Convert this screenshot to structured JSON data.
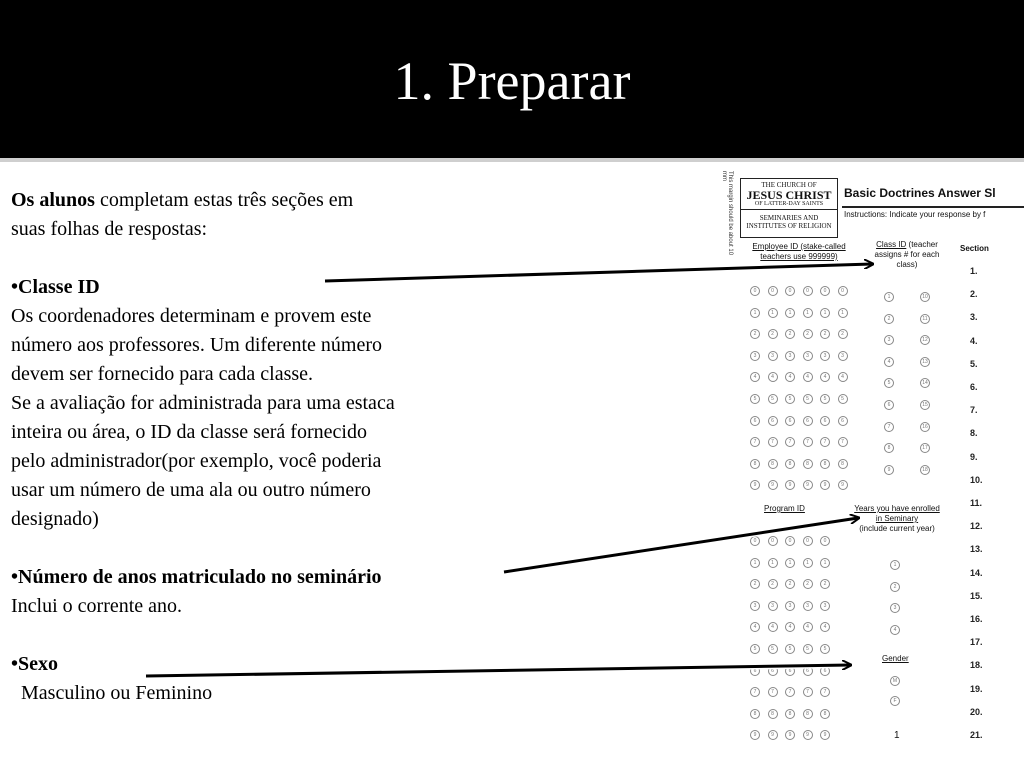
{
  "title": "1. Preparar",
  "body": {
    "intro_bold": "Os alunos",
    "intro_rest": " completam estas três seções em",
    "intro_line2": "suas folhas de respostas:",
    "classe_heading": "•Classe ID",
    "classe_lines": [
      "Os coordenadores determinam e provem este",
      "número aos professores. Um diferente número",
      "devem ser fornecido para cada classe.",
      "Se a avaliação for administrada para uma estaca",
      "inteira ou área, o ID da classe será fornecido",
      "pelo administrador(por exemplo, você poderia",
      "usar um número de uma ala ou outro número",
      "designado)"
    ],
    "anos_heading": "•Número de anos matriculado no seminário",
    "anos_line": "Inclui o corrente ano.",
    "sexo_heading": "•Sexo",
    "sexo_line": "  Masculino ou Feminino"
  },
  "form": {
    "logo_line1": "THE CHURCH OF",
    "logo_line2": "JESUS CHRIST",
    "logo_line3": "OF LATTER-DAY SAINTS",
    "logo_line4": "SEMINARIES AND",
    "logo_line5": "INSTITUTES OF RELIGION",
    "header_title": "Basic Doctrines Answer Sl",
    "instructions": "Instructions:  Indicate your response by f",
    "margin_note": "This margin should be about 10 mm",
    "employee_id": "Employee ID (stake-called teachers use 999999)",
    "class_id_label": "Class ID",
    "class_id_note": "(teacher assigns # for each class)",
    "section_label": "Section",
    "program_id": "Program ID",
    "years_label": "Years you have enrolled in Seminary",
    "years_note": "(include current year)",
    "gender_label": "Gender",
    "gender_m": "M",
    "gender_f": "F",
    "page_num": "1",
    "section_numbers": [
      "1.",
      "2.",
      "3.",
      "4.",
      "5.",
      "6.",
      "7.",
      "8.",
      "9.",
      "10.",
      "11.",
      "12.",
      "13.",
      "14.",
      "15.",
      "16.",
      "17.",
      "18.",
      "19.",
      "20.",
      "21."
    ]
  }
}
